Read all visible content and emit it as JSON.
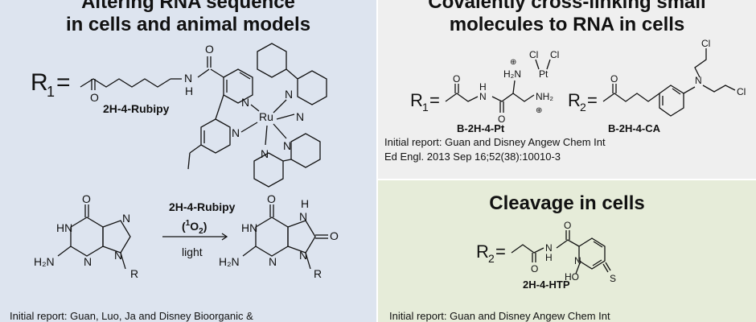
{
  "left_panel": {
    "title_line1": "Altering RNA sequence",
    "title_line2": "in cells and animal models",
    "r1_label": "R",
    "r1_sub": "1",
    "r1_eq": "=",
    "compound_name": "2H-4-Rubipy",
    "atom_labels": {
      "O": "O",
      "N": "N",
      "H": "H",
      "Ru": "Ru",
      "NH": "NH",
      "HN": "HN",
      "H2N": "H₂N",
      "R": "R"
    },
    "reaction": {
      "reagent": "2H-4-Rubipy",
      "oxidant_open": "(",
      "oxidant_sup": "1",
      "oxidant_O": "O",
      "oxidant_sub": "2",
      "oxidant_close": ")",
      "condition": "light"
    },
    "citation": "Initial report: Guan, Luo, Ja and Disney Bioorganic &"
  },
  "top_right": {
    "title_line1": "Covalently cross-linking small",
    "title_line2": "molecules to RNA in cells",
    "r1_label": "R",
    "r1_sub": "1",
    "r2_label": "R",
    "r2_sub": "2",
    "eq": "=",
    "atom_labels": {
      "O": "O",
      "H": "H",
      "N": "N",
      "Cl": "Cl",
      "Pt": "Pt",
      "H2N": "H₂N",
      "NH2": "NH₂",
      "plus": "⊕"
    },
    "compound_pt": "B-2H-4-Pt",
    "compound_ca": "B-2H-4-CA",
    "citation_line1": "Initial report:  Guan and Disney Angew Chem Int",
    "citation_line2": "Ed Engl. 2013 Sep 16;52(38):10010-3"
  },
  "bottom_right": {
    "title": "Cleavage in cells",
    "r2_label": "R",
    "r2_sub": "2",
    "eq": "=",
    "atom_labels": {
      "O": "O",
      "H": "H",
      "N": "N",
      "HO": "HO",
      "S": "S"
    },
    "compound_name": "2H-4-HTP",
    "citation": "Initial report: Guan and Disney Angew Chem Int"
  },
  "colors": {
    "left_bg": "#dde4ef",
    "top_right_bg": "#efefef",
    "bottom_right_bg": "#e6ecd9"
  }
}
